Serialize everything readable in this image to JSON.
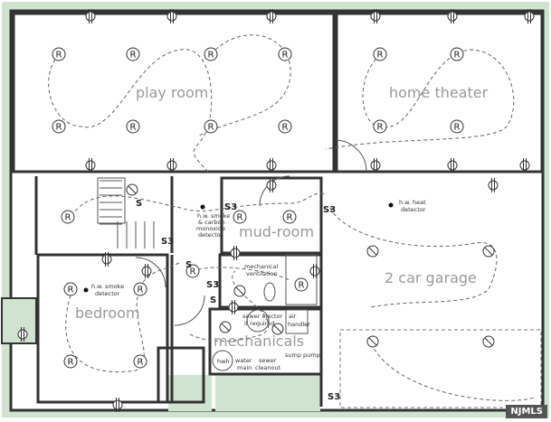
{
  "rooms": {
    "play_room": "play room",
    "home_theater": "home theater",
    "mud_room": "mud-room",
    "garage": "2 car garage",
    "bedroom": "bedroom",
    "mechanicals": "mechanicals"
  },
  "notes": {
    "smoke_co_1": "h.w. smoke",
    "smoke_co_2": "& carbon",
    "smoke_co_3": "monoxide",
    "smoke_co_4": "detector",
    "heat_1": "h.w. heat",
    "heat_2": "detector",
    "smoke_1": "h.w. smoke",
    "smoke_2": "detector",
    "vent_1": "mechanical",
    "vent_2": "ventilation",
    "ejector_1": "sewer ejector",
    "ejector_2": "if required",
    "air_1": "air",
    "air_2": "handler",
    "hwh": "hwh",
    "water_1": "water",
    "water_2": "main",
    "sewer_1": "sewer",
    "sewer_2": "cleanout",
    "sump": "sump pump"
  },
  "symbols": {
    "recessed": "R",
    "switch": "S",
    "switch3": "S3",
    "three": "3"
  },
  "watermark": "NJMLS",
  "colors": {
    "wall": "#333333",
    "exterior": "#cfe3cf",
    "label": "#9a9a9a"
  }
}
